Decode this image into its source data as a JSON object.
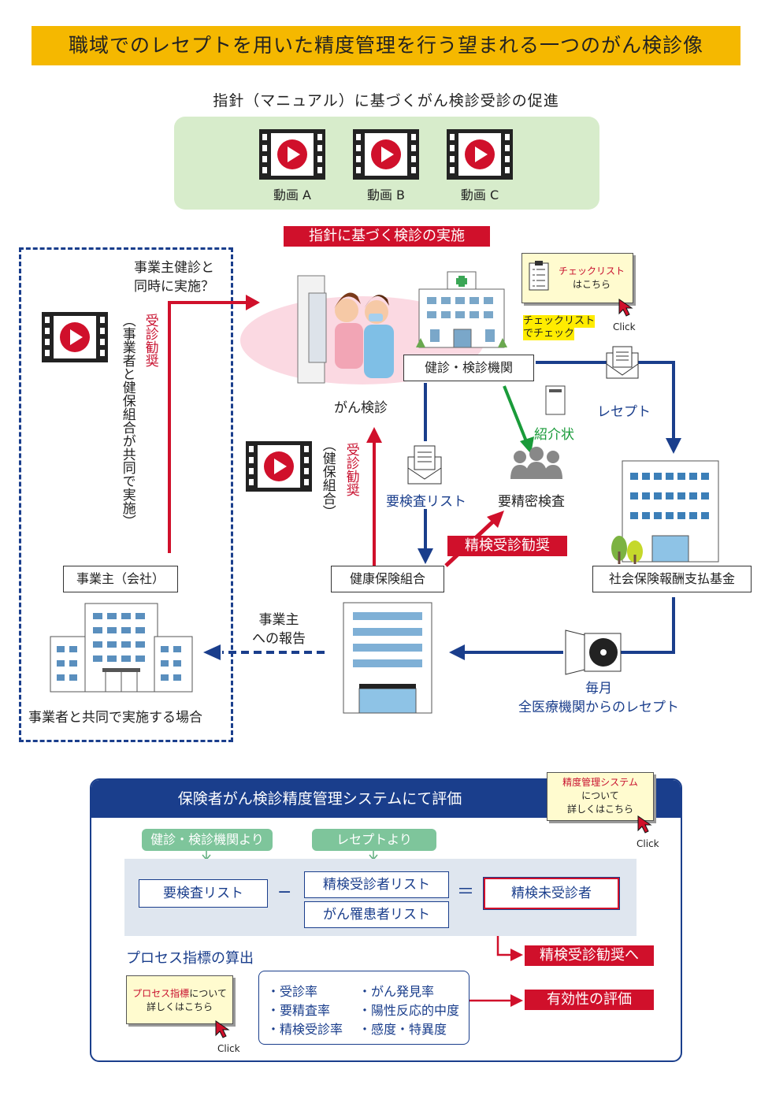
{
  "title": "職域でのレセプトを用いた精度管理を行う望まれる一つのがん検診像",
  "subtitle": "指針（マニュアル）に基づくがん検診受診の促進",
  "videos": [
    {
      "label": "動画 A"
    },
    {
      "label": "動画 B"
    },
    {
      "label": "動画 C"
    }
  ],
  "implementation_tag": "指針に基づく検診の実施",
  "employer_question": [
    "事業主健診と",
    "同時に実施？"
  ],
  "recommend_employer": "受診勧奨",
  "recommend_employer_note": "（事業者と健保組合が共同で実施）",
  "recommend_union": "受診勧奨",
  "recommend_union_note": "（健保組合）",
  "cancer_screening": "がん検診",
  "facility_label": "健診・検診機関",
  "checklist_note": {
    "line1": "チェックリスト",
    "line2": "はこちら",
    "click": "Click"
  },
  "checklist_caption": {
    "line1": "チェックリスト",
    "line2": "でチェック"
  },
  "referral": "紹介状",
  "receipt": "レセプト",
  "exam_list": "要検査リスト",
  "detailed_exam": "要精密検査",
  "followup_tag": "精検受診勧奨",
  "union_label": "健康保険組合",
  "fund_label": "社会保険報酬支払基金",
  "employer_label": "事業主（会社）",
  "report": [
    "事業主",
    "への報告"
  ],
  "monthly": [
    "毎月",
    "全医療機関からのレセプト"
  ],
  "joint_caption": "事業者と共同で実施する場合",
  "bottom": {
    "header": "保険者がん検診精度管理システムにて評価",
    "system_note": {
      "line1": "精度管理システム",
      "line2": "について",
      "line3": "詳しくはこちら",
      "click": "Click"
    },
    "pill_left": "健診・検診機関より",
    "pill_right": "レセプトより",
    "box_list": "要検査リスト",
    "minus": "−",
    "box_followup_list": "精検受診者リスト",
    "box_cancer_list": "がん罹患者リスト",
    "equals": "＝",
    "box_unexamined": "精検未受診者",
    "to_recommend": "精検受診勧奨へ",
    "process_title": "プロセス指標の算出",
    "process_note": {
      "part1": "プロセス指標",
      "part2": "について",
      "line2": "詳しくはこちら",
      "click": "Click"
    },
    "indicators": [
      "・受診率",
      "・がん発見率",
      "・要精査率",
      "・陽性反応的中度",
      "・精検受診率",
      "・感度・特異度"
    ],
    "effectiveness": "有効性の評価"
  },
  "colors": {
    "navy": "#1a3e8c",
    "red": "#d0102b",
    "green": "#1a9b3a",
    "yellow": "#f5b800",
    "panel_green": "#d7eccb"
  }
}
